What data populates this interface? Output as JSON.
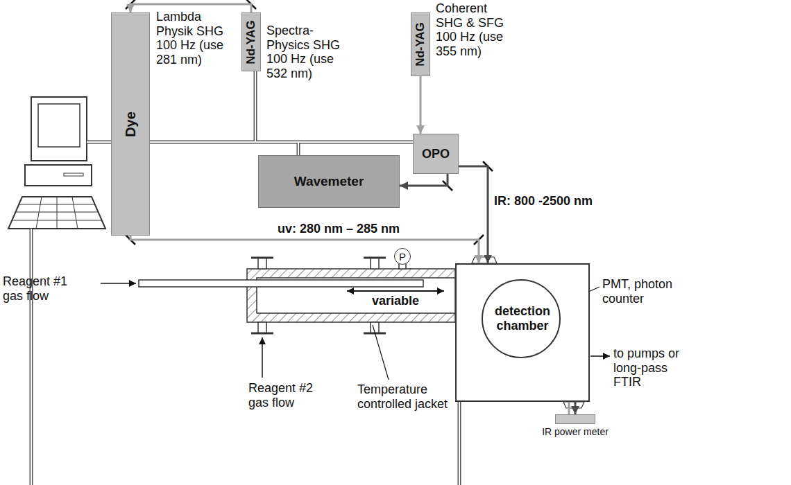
{
  "diagram": {
    "nodes": [
      {
        "text": [
          "Dye"
        ]
      },
      {
        "text": [
          "Nd-YAG"
        ]
      },
      {
        "text": [
          "Nd-YAG"
        ]
      },
      {
        "text": [
          "OPO"
        ]
      },
      {
        "text": [
          "Wavemeter"
        ]
      },
      {
        "text": [
          "P"
        ]
      },
      {
        "text": [
          "detection chamber"
        ]
      },
      {
        "text": [
          "IR power meter"
        ]
      }
    ],
    "edges": [
      {
        "from": 1,
        "to": 0,
        "arrow": "to"
      },
      {
        "from": 0,
        "to": 6,
        "arrow": "to"
      },
      {
        "from": 2,
        "to": 3,
        "arrow": "to"
      },
      {
        "from": 3,
        "to": 4,
        "arrow": "to"
      },
      {
        "from": 3,
        "to": 6,
        "arrow": "to"
      },
      {
        "from": 6,
        "to": 7,
        "arrow": "to"
      }
    ],
    "labels": [
      "Lambda Physik SHG 100 Hz (use 281 nm)",
      "Spectra-Physics SHG 100 Hz (use 532 nm)",
      "Coherent SHG & SFG 100 Hz (use 355 nm)",
      "IR: 800 -2500 nm",
      "uv: 280 nm – 285 nm",
      "Reagent #1 gas flow",
      "variable",
      "PMT, photon counter",
      "Reagent #2 gas flow",
      "Temperature controlled jacket",
      "to pumps or long-pass FTIR"
    ]
  }
}
